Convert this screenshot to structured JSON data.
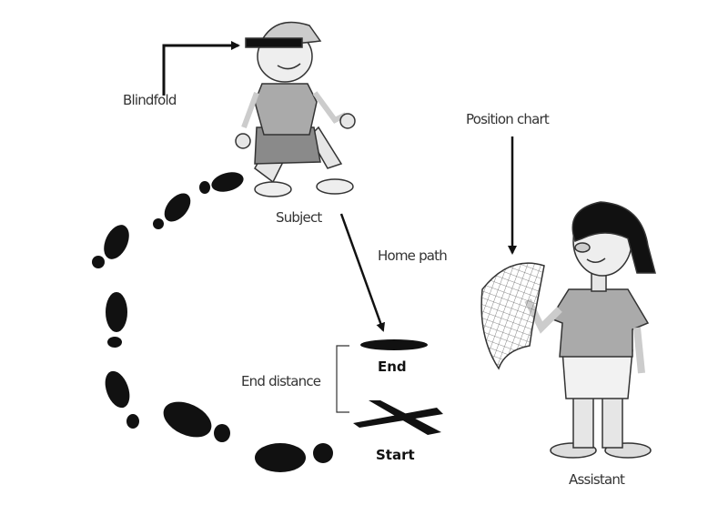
{
  "labels": {
    "blindfold": "Blindfold",
    "subject": "Subject",
    "position_chart": "Position chart",
    "home_path": "Home path",
    "end": "End",
    "end_distance": "End distance",
    "start": "Start",
    "assistant": "Assistant"
  },
  "colors": {
    "ink": "#111111",
    "shirt": "#a8a8a8",
    "skin": "#e8e8e8",
    "shorts": "#888888"
  }
}
